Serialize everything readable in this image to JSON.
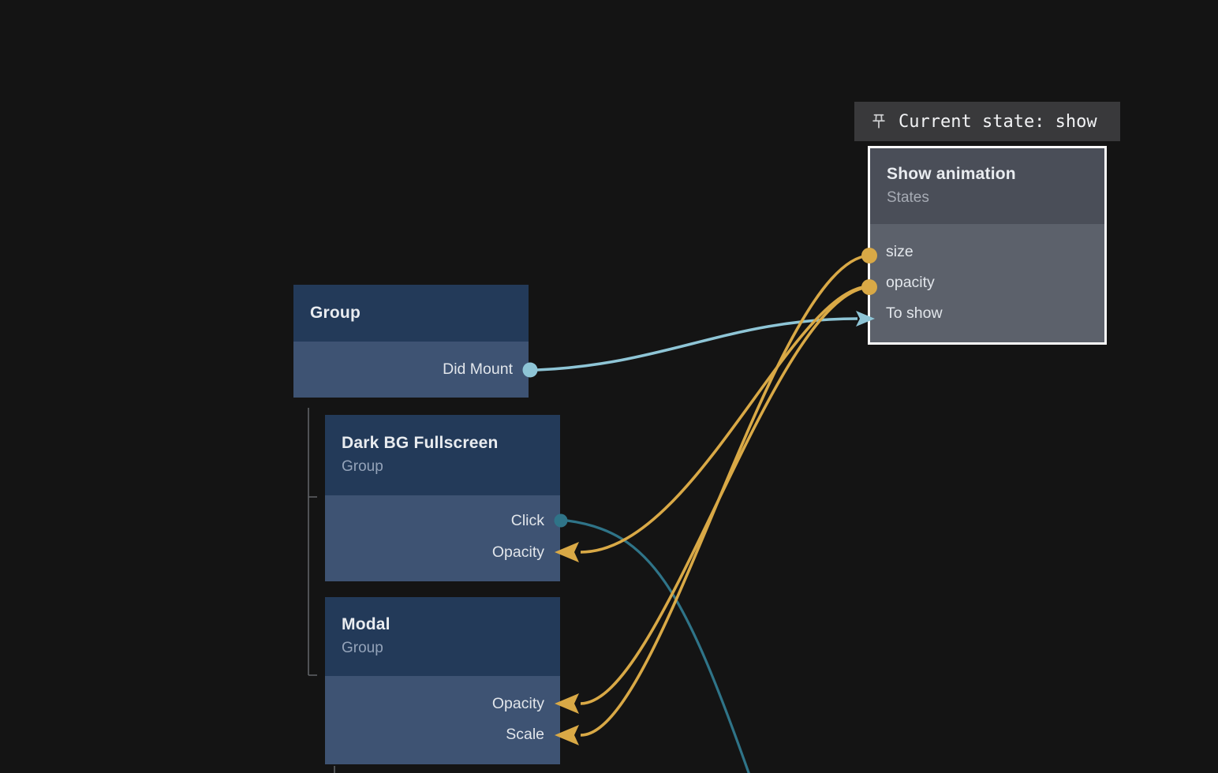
{
  "app": {
    "background": "#141414",
    "type": "state-machine-node-graph"
  },
  "current_state_badge": {
    "icon": "pin-icon",
    "label": "Current state: show",
    "bg": "#39393b",
    "text_color": "#f2f3f5"
  },
  "nodes": {
    "show_animation": {
      "title": "Show animation",
      "subtitle": "States",
      "header_bg": "#4a4e58",
      "body_bg": "#5c616b",
      "border_color": "#fafafa",
      "rows": [
        {
          "label": "size",
          "port": "value-output-port"
        },
        {
          "label": "opacity",
          "port": "value-output-port"
        },
        {
          "label": "To show",
          "port": "transition-input-port"
        }
      ]
    },
    "group": {
      "title": "Group",
      "header_bg": "#233a59",
      "body_bg": "#3e5373",
      "rows": [
        {
          "label": "Did Mount",
          "port": "event-output-port"
        }
      ]
    },
    "dark_bg_fullscreen": {
      "title": "Dark BG Fullscreen",
      "subtitle": "Group",
      "header_bg": "#233a59",
      "body_bg": "#3e5373",
      "rows": [
        {
          "label": "Click",
          "port": "event-output-port"
        },
        {
          "label": "Opacity",
          "port": "value-input-arrow"
        }
      ]
    },
    "modal": {
      "title": "Modal",
      "subtitle": "Group",
      "header_bg": "#233a59",
      "body_bg": "#3e5373",
      "rows": [
        {
          "label": "Opacity",
          "port": "value-input-arrow"
        },
        {
          "label": "Scale",
          "port": "value-input-arrow"
        }
      ]
    }
  },
  "edges": {
    "yellow": "#d9a946",
    "light_blue": "#8ec5d6",
    "dark_teal": "#2f7488",
    "tree_line": "#606366",
    "connections": [
      {
        "from": "show_animation.size",
        "to": "modal.Scale",
        "color": "yellow"
      },
      {
        "from": "show_animation.opacity",
        "to": "dark_bg_fullscreen.Opacity",
        "color": "yellow"
      },
      {
        "from": "show_animation.opacity",
        "to": "modal.Opacity",
        "color": "yellow"
      },
      {
        "from": "group.Did Mount",
        "to": "show_animation.To show",
        "color": "light_blue"
      },
      {
        "from": "dark_bg_fullscreen.Click",
        "to": "offscreen-bottom",
        "color": "dark_teal"
      }
    ]
  }
}
